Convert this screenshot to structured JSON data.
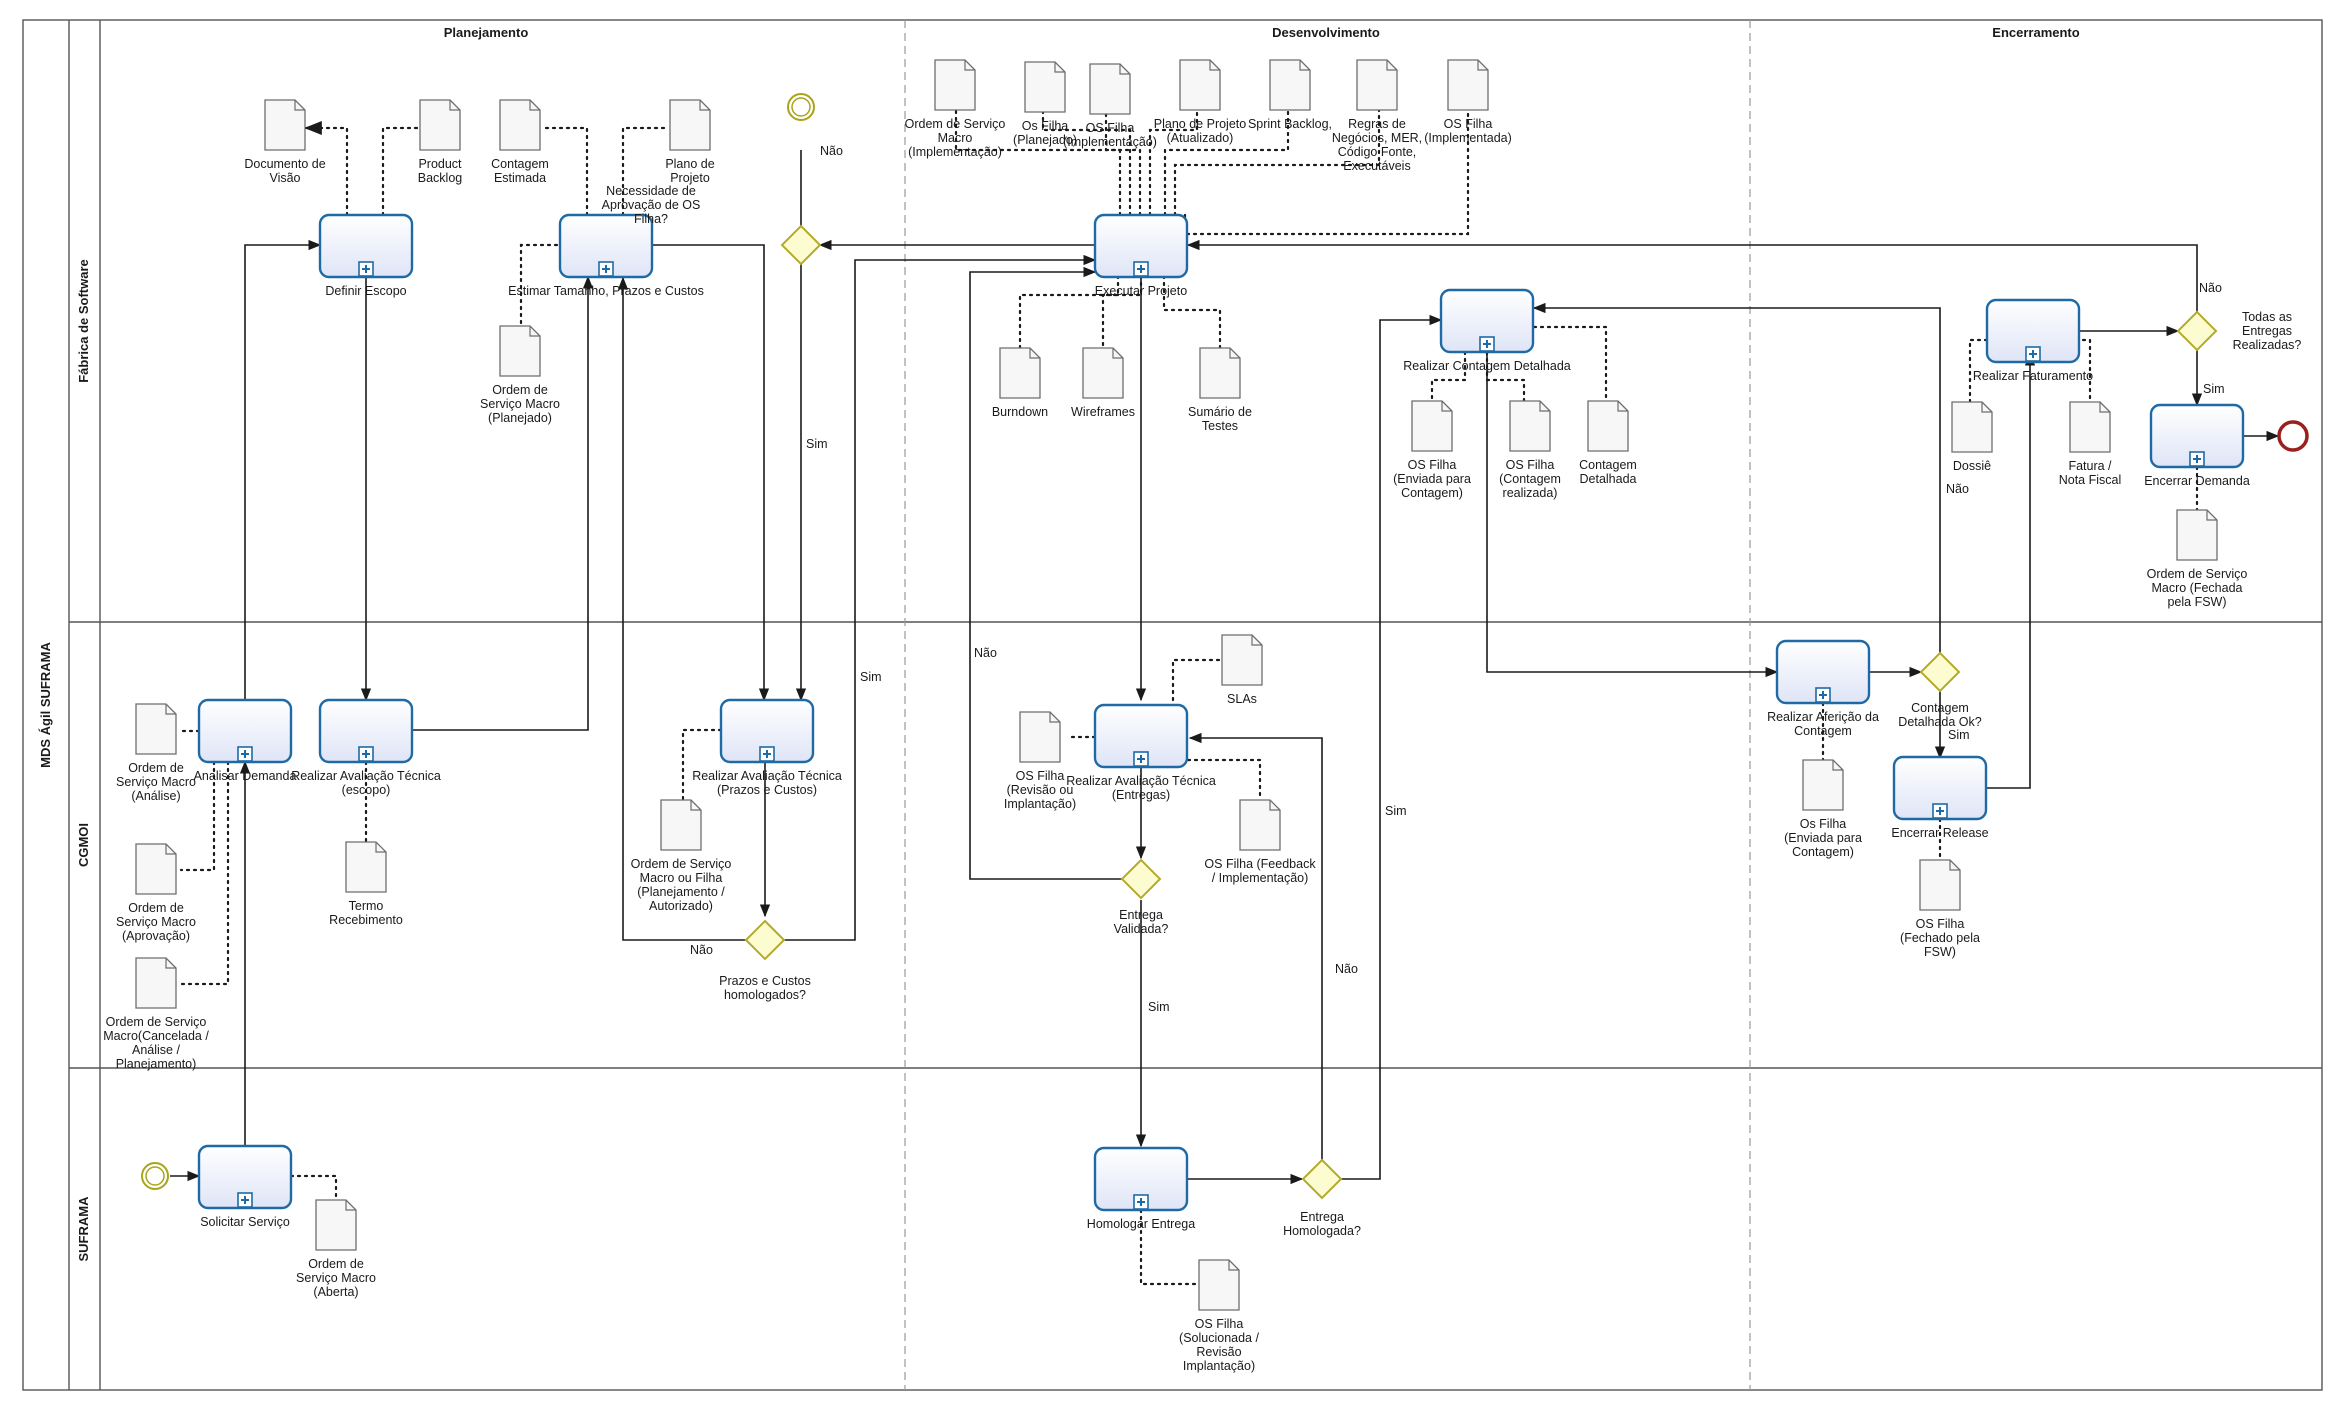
{
  "pool": {
    "name": "MDS Ágil SUFRAMA"
  },
  "lanes": [
    "Fábrica de Software",
    "CGMOI",
    "SUFRAMA"
  ],
  "phases": [
    "Planejamento",
    "Desenvolvimento",
    "Encerramento"
  ],
  "tasks": {
    "solicitar_servico": "Solicitar Serviço",
    "analisar_demanda": "Analisar Demanda",
    "definir_escopo": "Definir Escopo",
    "realizar_avaliacao_escopo": "Realizar Avaliação Técnica (escopo)",
    "estimar": "Estimar Tamanho, Prazos e Custos",
    "avaliacao_prazos": "Realizar Avaliação Técnica (Prazos e Custos)",
    "executar_projeto": "Executar Projeto",
    "avaliacao_entregas": "Realizar Avaliação Técnica (Entregas)",
    "homologar_entrega": "Homologar Entrega",
    "contagem_detalhada": "Realizar Contagem Detalhada",
    "afericao_contagem": "Realizar Aferição da Contagem",
    "encerrar_release": "Encerrar Release",
    "realizar_faturamento": "Realizar Faturamento",
    "encerrar_demanda": "Encerrar Demanda"
  },
  "gateways": {
    "necessidade_aprovacao": "Necessidade de Aprovação de OS Filha?",
    "prazos_homologados": "Prazos e Custos homologados?",
    "entrega_validada": "Entrega Validada?",
    "entrega_homologada": "Entrega Homologada?",
    "contagem_ok": "Contagem Detalhada Ok?",
    "todas_entregas": "Todas as Entregas Realizadas?"
  },
  "flow_labels": {
    "sim": "Sim",
    "nao": "Não"
  },
  "documents": {
    "doc_visao": "Documento de Visão",
    "product_backlog": "Product Backlog",
    "contagem_estimada": "Contagem Estimada",
    "plano_projeto": "Plano de Projeto",
    "osm_planejado": "Ordem de Serviço Macro (Planejado)",
    "osm_implementacao": "Ordem de Serviço Macro (Implementação)",
    "osf_planejado": "Os Filha (Planejado)",
    "osf_implementacao": "OS Filha (Implementação)",
    "plano_atualizado": "Plano de Projeto (Atualizado)",
    "sprint_backlog": "Sprint Backlog,",
    "regras_negocio": "Regras de Negócios, MER, Código Fonte, Executáveis",
    "osf_implementada": "OS Filha (Implementada)",
    "burndown": "Burndown",
    "wireframes": "Wireframes",
    "sumario_testes": "Sumário de Testes",
    "osf_enviada_contagem": "OS Filha (Enviada para Contagem)",
    "osf_contagem_realizada": "OS Filha (Contagem realizada)",
    "contagem_detalhada_doc": "Contagem Detalhada",
    "dossie": "Dossiê",
    "fatura": "Fatura / Nota Fiscal",
    "osm_fechada": "Ordem de Serviço Macro (Fechada pela FSW)",
    "osm_analise": "Ordem de Serviço Macro (Análise)",
    "osm_aprovacao": "Ordem de Serviço Macro (Aprovação)",
    "osm_cancelada": "Ordem de Serviço Macro(Cancelada / Análise / Planejamento)",
    "termo_recebimento": "Termo Recebimento",
    "os_planejamento_autorizado": "Ordem de Serviço Macro ou Filha (Planejamento / Autorizado)",
    "slas": "SLAs",
    "osf_revisao": "OS Filha (Revisão ou Implantação)",
    "osf_feedback": "OS Filha (Feedback / Implementação)",
    "osf_enviada_contagem2": "Os Filha (Enviada para Contagem)",
    "osf_fechado": "OS Filha (Fechado pela FSW)",
    "osm_aberta": "Ordem de Serviço Macro (Aberta)",
    "osf_solucionada": "OS Filha (Solucionada / Revisão Implantação)"
  },
  "colors": {
    "task_border": "#1f6aa5",
    "task_fill": "#eef1fb",
    "gateway_fill": "#fdfbd0",
    "gateway_border": "#b3ab2c",
    "start_event": "#a8a51a",
    "end_event": "#9a1f1f"
  }
}
